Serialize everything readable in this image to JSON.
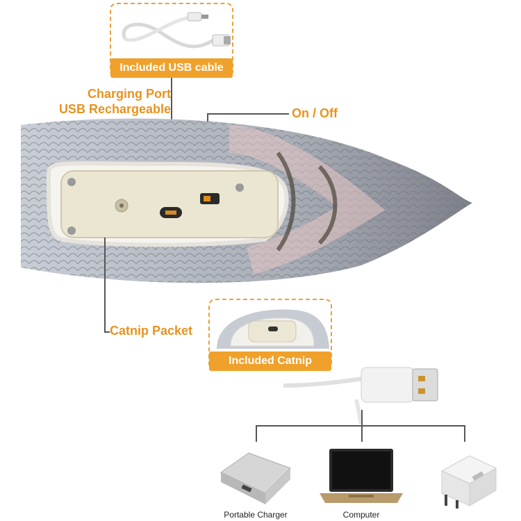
{
  "labels": {
    "usb_cable": "Included USB cable",
    "charging_port_line1": "Charging Port",
    "charging_port_line2": "USB Rechargeable",
    "on_off": "On / Off",
    "catnip_packet": "Catnip Packet",
    "included_catnip": "Included Catnip"
  },
  "devices": [
    {
      "name": "Portable Charger",
      "icon": "power-bank-icon"
    },
    {
      "name": "Computer",
      "icon": "laptop-icon"
    },
    {
      "name": "",
      "icon": "wall-adapter-icon"
    }
  ],
  "colors": {
    "accent": "#f0a12b",
    "label_text": "#e8931f",
    "connector_line": "#555555"
  }
}
